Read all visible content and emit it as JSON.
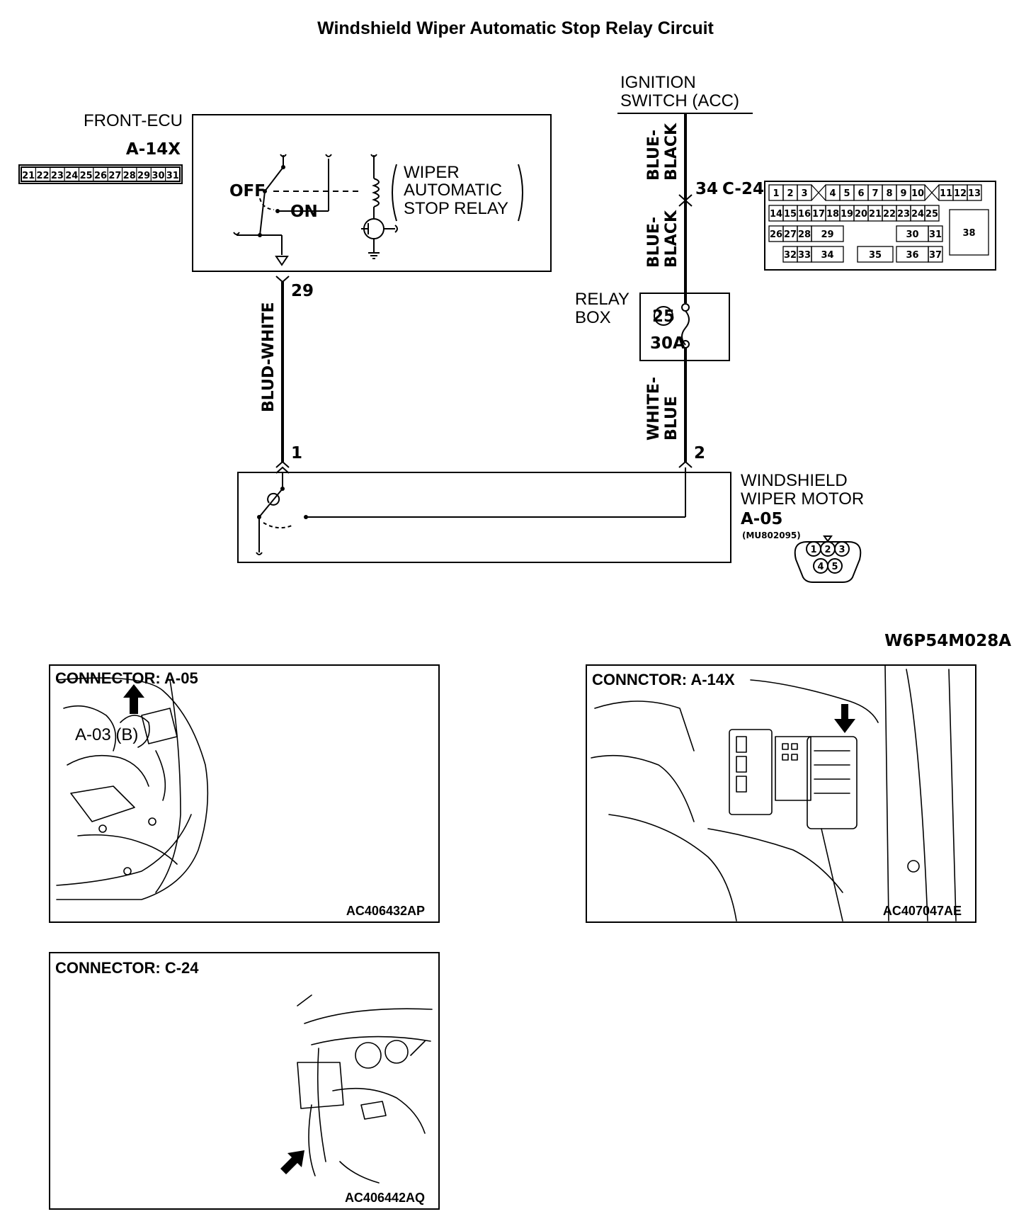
{
  "title": "Windshield Wiper Automatic Stop Relay Circuit",
  "front_ecu": {
    "name": "FRONT-ECU",
    "connector": "A-14X",
    "pins": [
      "21",
      "22",
      "23",
      "24",
      "25",
      "26",
      "27",
      "28",
      "29",
      "30",
      "31"
    ],
    "relay_label": [
      "WIPER",
      "AUTOMATIC",
      "STOP RELAY"
    ],
    "off_label": "OFF",
    "on_label": "ON",
    "output_pin": "29"
  },
  "ignition": {
    "line1": "IGNITION",
    "line2": "SWITCH (ACC)"
  },
  "wires": {
    "left": "BLUD-WHITE",
    "upper_right": [
      "BLUE-",
      "BLACK"
    ],
    "middle_right": [
      "BLUE-",
      "BLACK"
    ],
    "lower_right": [
      "WHITE-",
      "BLUE"
    ]
  },
  "junction": {
    "pin": "34",
    "connector": "C-24"
  },
  "c24_pins": {
    "row1": [
      "1",
      "2",
      "3",
      "4",
      "5",
      "6",
      "7",
      "8",
      "9",
      "10",
      "11",
      "12",
      "13"
    ],
    "row2": [
      "14",
      "15",
      "16",
      "17",
      "18",
      "19",
      "20",
      "21",
      "22",
      "23",
      "24",
      "25"
    ],
    "row3": [
      "26",
      "27",
      "28",
      "29",
      "30",
      "31"
    ],
    "row4": [
      "32",
      "33",
      "34",
      "35",
      "36",
      "37"
    ],
    "big": "38"
  },
  "relay_box": {
    "line1": "RELAY",
    "line2": "BOX",
    "fuse_no": "25",
    "rating": "30A"
  },
  "motor": {
    "line1": "WINDSHIELD",
    "line2": "WIPER MOTOR",
    "connector": "A-05",
    "part_no": "(MU802095)",
    "pins": [
      "1",
      "2",
      "3",
      "4",
      "5"
    ],
    "pin_left": "1",
    "pin_right": "2"
  },
  "diagram_code": "W6P54M028A",
  "photos": [
    {
      "title": "CONNECTOR: A-05",
      "callout": "A-03 (B)",
      "code": "AC406432AP"
    },
    {
      "title": "CONNCTOR: A-14X",
      "code": "AC407047AE"
    },
    {
      "title": "CONNECTOR: C-24",
      "code": "AC406442AQ"
    }
  ]
}
